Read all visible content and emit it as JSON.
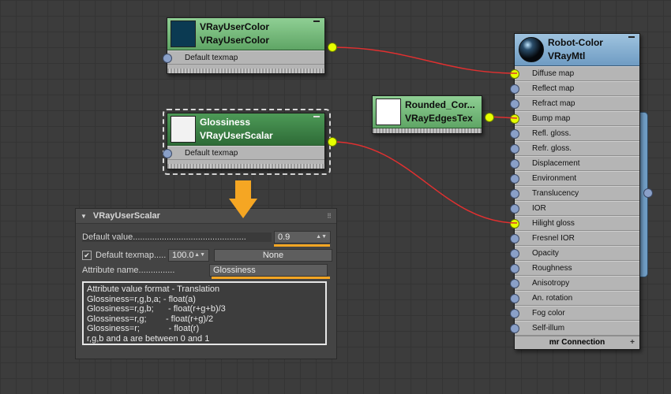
{
  "nodes": {
    "user_color": {
      "name": "VRayUserColor",
      "type": "VRayUserColor",
      "slot": "Default texmap",
      "swatch_color": "#0b3a52"
    },
    "user_scalar": {
      "name": "Glossiness",
      "type": "VRayUserScalar",
      "slot": "Default texmap",
      "swatch_color": "#f2f2f2"
    },
    "edges_tex": {
      "name": "Rounded_Cor...",
      "type": "VRayEdgesTex",
      "swatch_color": "#ffffff"
    },
    "material": {
      "name": "Robot-Color",
      "type": "VRayMtl",
      "slots": [
        "Diffuse map",
        "Reflect map",
        "Refract map",
        "Bump map",
        "Refl. gloss.",
        "Refr. gloss.",
        "Displacement",
        "Environment",
        "Translucency",
        "IOR",
        "Hilight gloss",
        "Fresnel IOR",
        "Opacity",
        "Roughness",
        "Anisotropy",
        "An. rotation",
        "Fog color",
        "Self-illum"
      ],
      "connected_slots": [
        "Diffuse map",
        "Bump map",
        "Hilight gloss"
      ],
      "footer": "mr Connection"
    }
  },
  "panel": {
    "title": "VRayUserScalar",
    "default_value_label": "Default value...............................................",
    "default_value": "0.9",
    "default_texmap_label": "Default texmap.....",
    "default_texmap_checked": true,
    "texmap_amount": "100.0",
    "texmap_button": "None",
    "attribute_name_label": "Attribute name...............",
    "attribute_name_value": "Glossiness",
    "info_lines": [
      "Attribute value format - Translation",
      "Glossiness=r,g,b,a; - float(a)",
      "Glossiness=r,g,b;      - float(r+g+b)/3",
      "Glossiness=r,g;        - float(r+g)/2",
      "Glossiness=r;            - float(r)",
      "r,g,b and a are between 0 and 1"
    ]
  },
  "colors": {
    "wire": "#e03030",
    "socket_active": "#e6ff00",
    "highlight": "#f5a623",
    "arrow": "#f5a623"
  }
}
